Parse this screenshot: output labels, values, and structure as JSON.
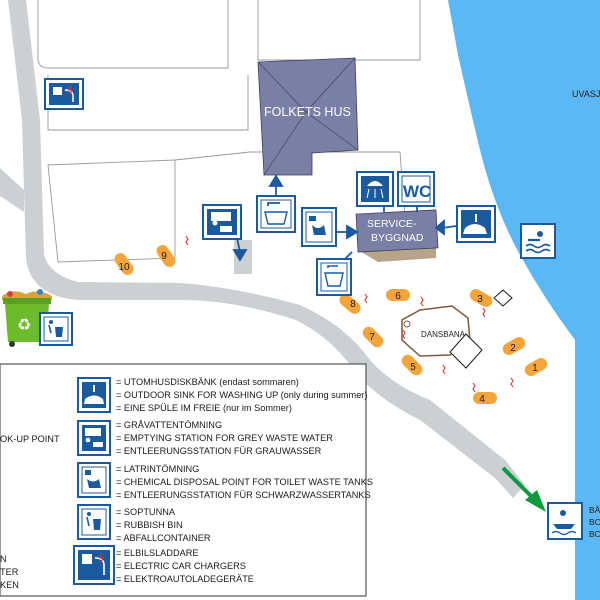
{
  "colors": {
    "water": "#5bb8f5",
    "building": "#7a7fa6",
    "road": "#cdd0d3",
    "icon_blue": "#1c5a9e",
    "pitch_orange": "#f3a43a",
    "wire_red": "#e0302b",
    "arrow_green": "#0f9a3e",
    "bin_green": "#6dbb2a",
    "plot_line": "#9a9a9a"
  },
  "labels": {
    "folkets_hus": "FOLKETS HUS",
    "service_line1": "SERVICE-",
    "service_line2": "BYGGNAD",
    "dansbana": "DANSBANA",
    "uvasj": "UVASJ",
    "wc": "WC",
    "boat_line1": "BÅ",
    "boat_line2": "BO",
    "boat_line3": "BO"
  },
  "pitches": [
    "1",
    "2",
    "3",
    "4",
    "5",
    "6",
    "7",
    "8",
    "9",
    "10"
  ],
  "left_cutoff": {
    "pickup": "OK-UP POINT",
    "line_n": "N",
    "line_ter": "TER",
    "line_ken": "KEN"
  },
  "legend": [
    {
      "icon": "outdoor-sink-icon",
      "lines": [
        "= UTOMHUSDISKBÄNK (endast sommaren)",
        "= OUTDOOR SINK FOR WASHING UP (only during summer)",
        "= EINE SPÜLE IM FREIE (nur im Sommer)"
      ]
    },
    {
      "icon": "grey-water-station-icon",
      "lines": [
        "= GRÅVATTENTÖMNING",
        "= EMPTYING STATION FOR GREY WASTE WATER",
        "= ENTLEERUNGSSTATION FÜR GRAUWASSER"
      ]
    },
    {
      "icon": "chemical-disposal-icon",
      "lines": [
        "= LATRINTÖMNING",
        "= CHEMICAL DISPOSAL POINT FOR TOILET WASTE TANKS",
        "= ENTLEERUNGSSTATION FÜR SCHWARZWASSERTANKS"
      ]
    },
    {
      "icon": "rubbish-bin-icon",
      "lines": [
        "= SOPTUNNA",
        "= RUBBISH BIN",
        "= ABFALLCONTAINER"
      ]
    },
    {
      "icon": "ev-charger-icon",
      "lines": [
        "= ELBILSLADDARE",
        "= ELECTRIC CAR CHARGERS",
        "= ELEKTROAUTOLADEGERÄTE"
      ]
    }
  ]
}
